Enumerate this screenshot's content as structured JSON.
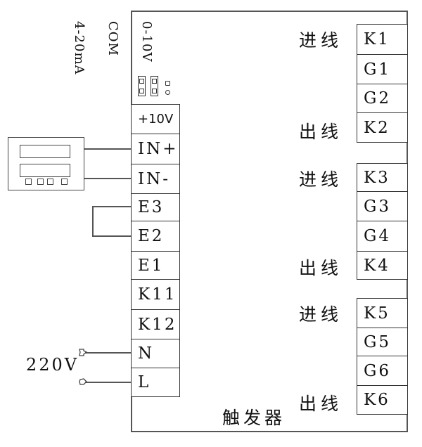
{
  "device": {
    "name": "触发器",
    "mode_labels": [
      "0-10V",
      "COM",
      "4-20mA"
    ]
  },
  "left_terminals": [
    "+10V",
    "IN+",
    "IN-",
    "E3",
    "E2",
    "E1",
    "K11",
    "K12",
    "N",
    "L"
  ],
  "right_groups": [
    {
      "in_label": "进线",
      "out_label": "出线",
      "terminals": [
        "K1",
        "G1",
        "G2",
        "K2"
      ]
    },
    {
      "in_label": "进线",
      "out_label": "出线",
      "terminals": [
        "K3",
        "G3",
        "G4",
        "K4"
      ]
    },
    {
      "in_label": "进线",
      "out_label": "出线",
      "terminals": [
        "K5",
        "G5",
        "G6",
        "K6"
      ]
    }
  ],
  "power": {
    "label": "220V"
  },
  "meter": {
    "icon": "panel-meter-icon",
    "display_count": 2,
    "button_count": 4
  },
  "jumper": {
    "connects": [
      "E3",
      "E2"
    ]
  }
}
